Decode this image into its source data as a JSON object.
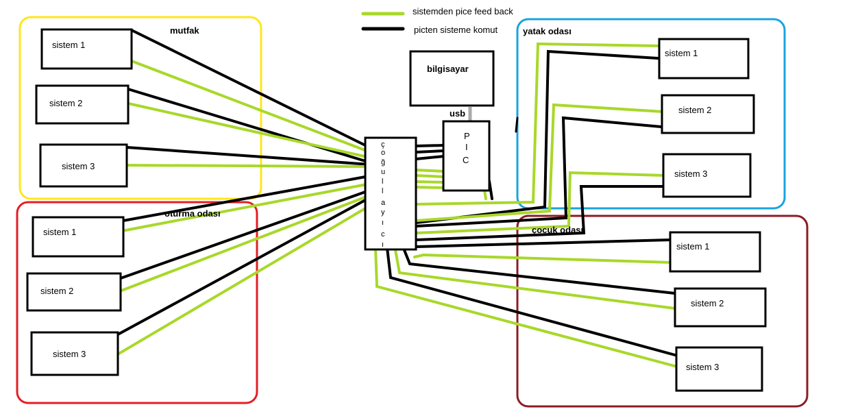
{
  "legend": {
    "feedback_label": "sistemden pice feed back",
    "command_label": "picten sisteme komut",
    "feedback_color": "#a8d82a",
    "command_color": "#000000"
  },
  "rooms": {
    "mutfak": {
      "title": "mutfak",
      "color": "#ffe61a",
      "systems": [
        "sistem 1",
        "sistem 2",
        "sistem 3"
      ]
    },
    "oturma": {
      "title": "oturma odası",
      "color": "#e31e24",
      "systems": [
        "sistem 1",
        "sistem 2",
        "sistem 3"
      ]
    },
    "yatak": {
      "title": "yatak odası",
      "color": "#1aa3e0",
      "systems": [
        "sistem 1",
        "sistem 2",
        "sistem 3"
      ]
    },
    "cocuk": {
      "title": "çocuk odası",
      "color": "#8c1c24",
      "systems": [
        "sistem 1",
        "sistem 2",
        "sistem 3"
      ]
    }
  },
  "devices": {
    "computer": "bilgisayar",
    "usb": "usb",
    "pic": [
      "P",
      "I",
      "C"
    ],
    "multiplexer": [
      "ç",
      "o",
      "ğ",
      "u",
      "l",
      "l",
      "a",
      "y",
      "ı",
      "c",
      "ı"
    ]
  }
}
